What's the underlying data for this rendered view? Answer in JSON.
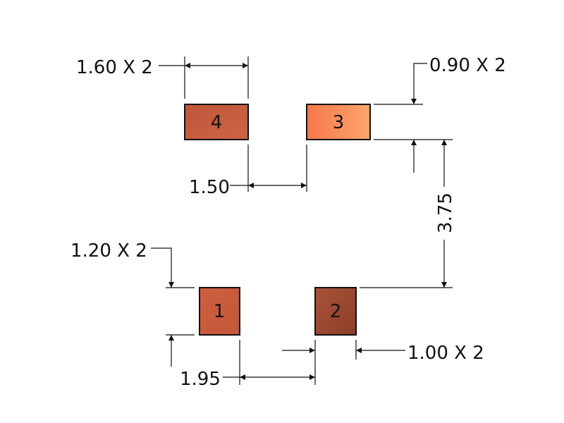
{
  "pads": [
    {
      "number": "1",
      "color": "#c65a3a"
    },
    {
      "number": "2",
      "color": "#9e4a30"
    },
    {
      "number": "3",
      "color": "#f98a55"
    },
    {
      "number": "4",
      "color": "#c55a3c"
    }
  ],
  "dimensions": {
    "pad_length_top": "1.60 X 2",
    "pad_width_top": "0.90 X 2",
    "top_gap": "1.50",
    "row_spacing": "3.75",
    "pad_length_bottom": "1.20 X 2",
    "bottom_gap": "1.95",
    "pad_width_bottom": "1.00 X 2"
  }
}
